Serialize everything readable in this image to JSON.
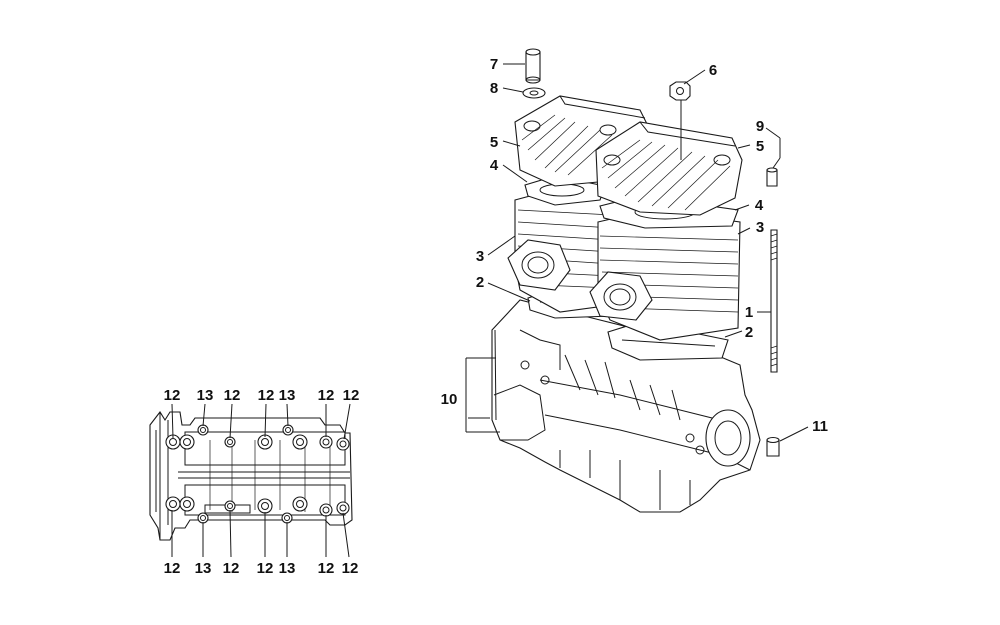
{
  "diagram": {
    "left_view": {
      "top_labels": [
        "12",
        "13",
        "12",
        "12",
        "13",
        "12",
        "12"
      ],
      "bottom_labels": [
        "12",
        "13",
        "12",
        "12",
        "13",
        "12",
        "12"
      ]
    },
    "callouts": {
      "c1": "1",
      "c2a": "2",
      "c2b": "2",
      "c3a": "3",
      "c3b": "3",
      "c4a": "4",
      "c4b": "4",
      "c5a": "5",
      "c5b": "5",
      "c6": "6",
      "c7": "7",
      "c8": "8",
      "c9": "9",
      "c10": "10",
      "c11": "11"
    }
  }
}
